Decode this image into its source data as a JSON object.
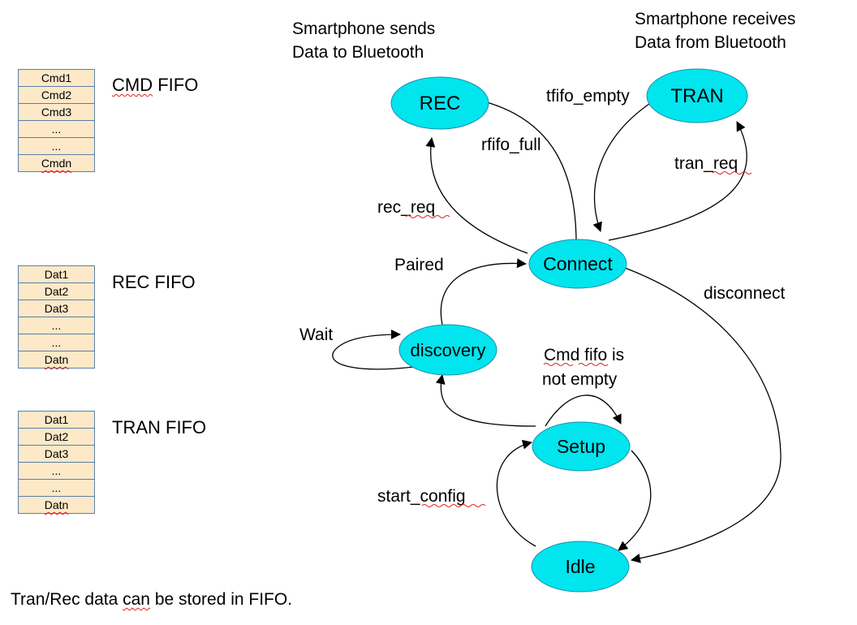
{
  "notes": {
    "rec_desc_line1": "Smartphone sends",
    "rec_desc_line2": "Data to Bluetooth",
    "tran_desc_line1": "Smartphone receives",
    "tran_desc_line2": "Data from Bluetooth",
    "footer_part1": "Tran/Rec data ",
    "footer_part2": "can",
    "footer_part3": " be stored in FIFO."
  },
  "fifos": {
    "cmd": {
      "label_part1": "CMD",
      "label_part2": " FIFO",
      "cells": [
        "Cmd1",
        "Cmd2",
        "Cmd3",
        "...",
        "...",
        "Cmdn"
      ]
    },
    "rec": {
      "label": "REC FIFO",
      "cells": [
        "Dat1",
        "Dat2",
        "Dat3",
        "...",
        "...",
        "Datn"
      ]
    },
    "tran": {
      "label": "TRAN FIFO",
      "cells": [
        "Dat1",
        "Dat2",
        "Dat3",
        "...",
        "...",
        "Datn"
      ]
    }
  },
  "states": {
    "rec": "REC",
    "tran": "TRAN",
    "connect": "Connect",
    "discovery": "discovery",
    "setup": "Setup",
    "idle": "Idle"
  },
  "transitions": {
    "tfifo_empty": "tfifo_empty",
    "rfifo_full": "rfifo_full",
    "tran_req": "tran_req",
    "rec_req": "rec_req",
    "paired": "Paired",
    "disconnect": "disconnect",
    "wait": "Wait",
    "cmd_fifo_line1": "Cmd fifo is",
    "cmd_fifo_line2": "not empty",
    "start_config": "start_config"
  },
  "colors": {
    "state_fill": "#00e5ee",
    "fifo_fill": "#fde9c8",
    "fifo_border": "#5a7fa8",
    "squiggle": "#e02020"
  }
}
